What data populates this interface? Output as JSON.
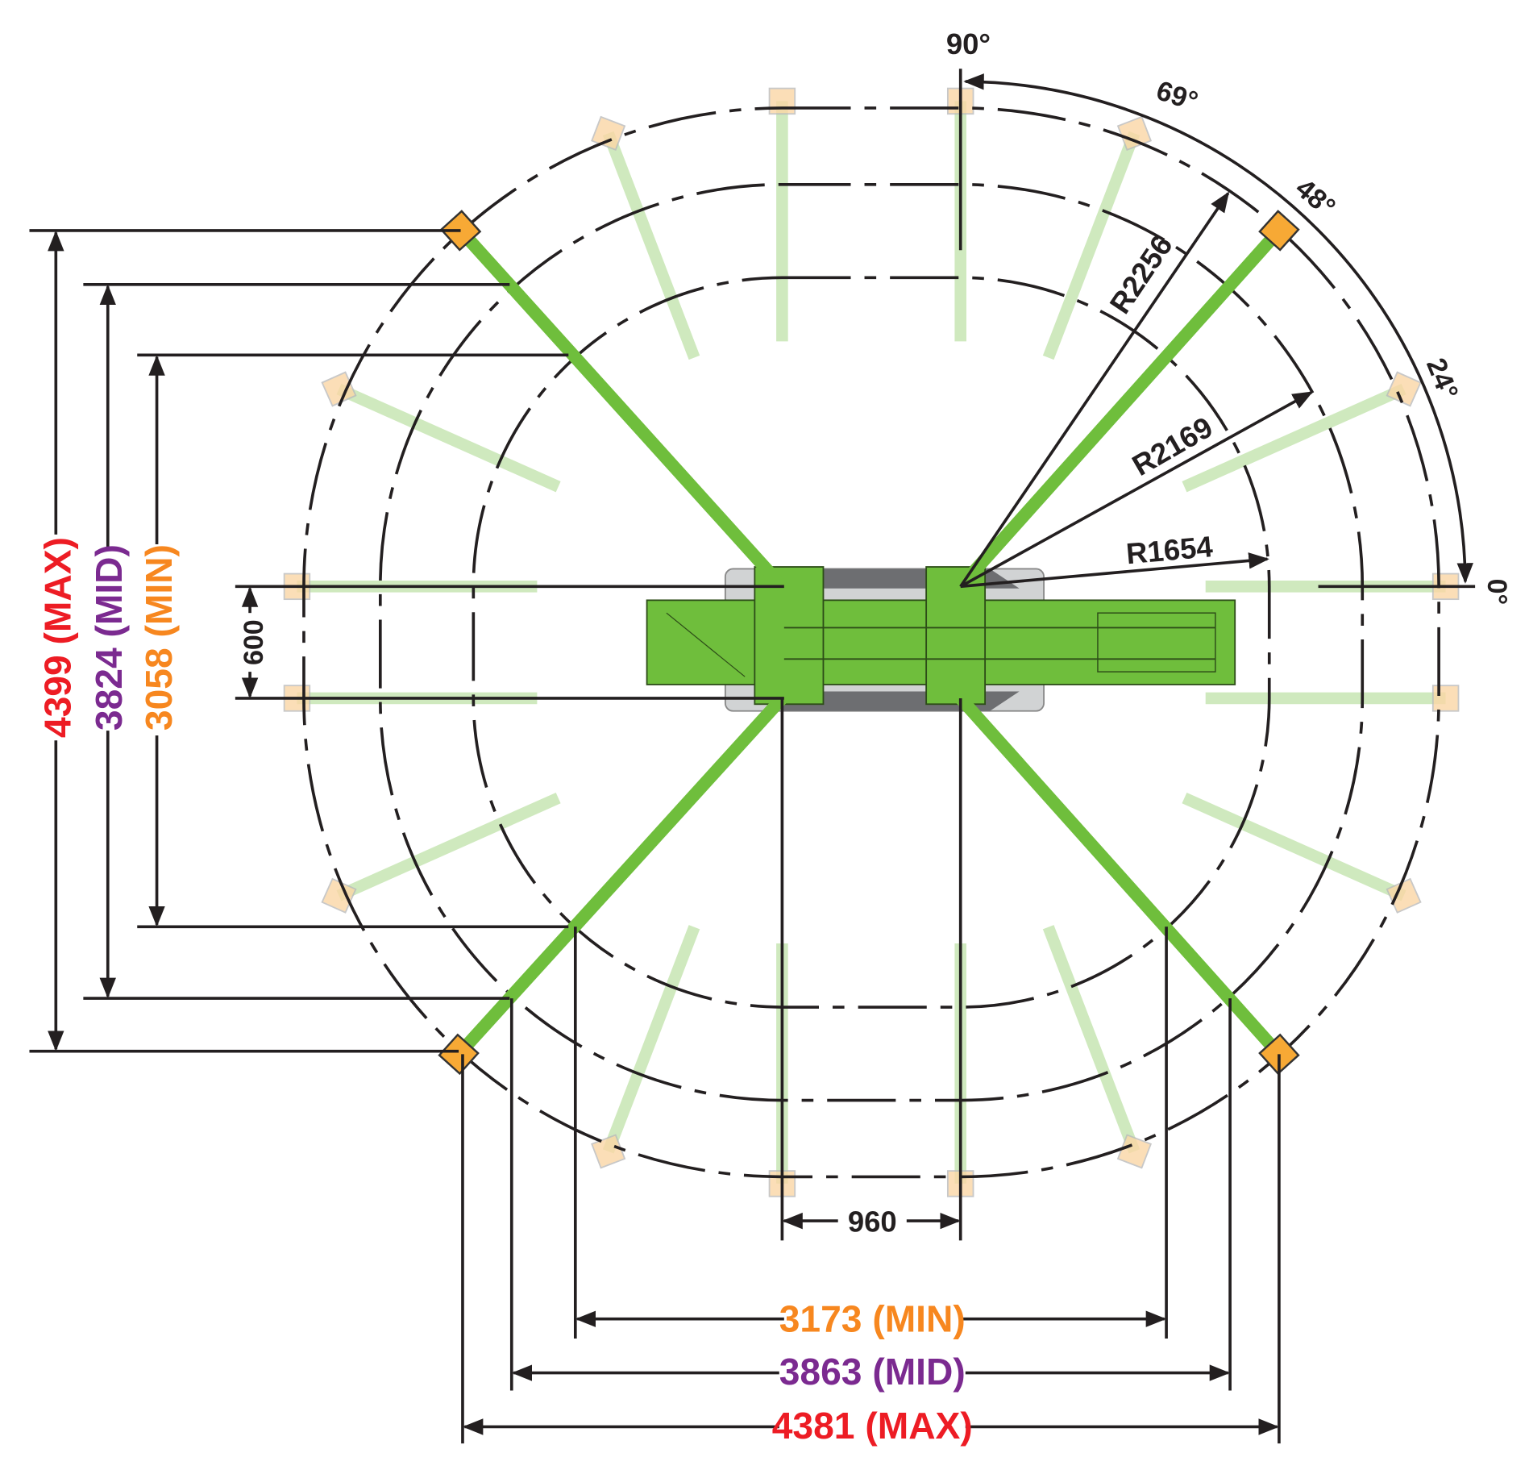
{
  "title": "Spider crane outrigger footprint and slewing dimensions",
  "colors": {
    "max": "#ed1c24",
    "mid": "#7b2a90",
    "min": "#f7871f",
    "machine": "#6fbe3c",
    "line": "#231f20",
    "pad": "#f7a935"
  },
  "angles": [
    "90°",
    "69°",
    "48°",
    "24°",
    "0°"
  ],
  "radii": [
    "R2256",
    "R2169",
    "R1654"
  ],
  "vertical_dims": {
    "max": {
      "value": "4399",
      "tag": "(MAX)"
    },
    "mid": {
      "value": "3824",
      "tag": "(MID)"
    },
    "min": {
      "value": "3058",
      "tag": "(MIN)"
    },
    "track": "600"
  },
  "horizontal_dims": {
    "pivot": "960",
    "min": {
      "value": "3173",
      "tag": "(MIN)"
    },
    "mid": {
      "value": "3863",
      "tag": "(MID)"
    },
    "max": {
      "value": "4381",
      "tag": "(MAX)"
    }
  }
}
